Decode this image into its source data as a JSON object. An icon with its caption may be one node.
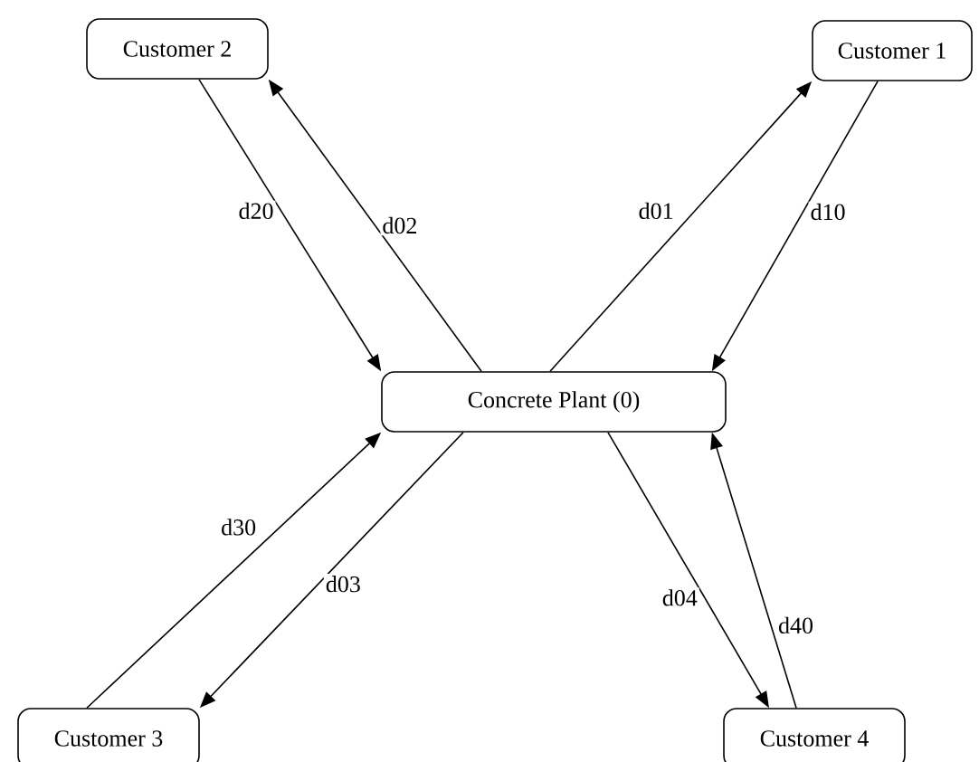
{
  "diagram": {
    "nodes": [
      {
        "text": [
          "Concrete Plant (0)"
        ]
      },
      {
        "text": [
          "Customer 1"
        ]
      },
      {
        "text": [
          "Customer 2"
        ]
      },
      {
        "text": [
          "Customer 3"
        ]
      },
      {
        "text": [
          "Customer 4"
        ]
      }
    ],
    "edges": [
      {
        "from": 0,
        "to": 1,
        "arrow": "to",
        "label": "d01"
      },
      {
        "from": 1,
        "to": 0,
        "arrow": "to",
        "label": "d10"
      },
      {
        "from": 0,
        "to": 2,
        "arrow": "to",
        "label": "d02"
      },
      {
        "from": 2,
        "to": 0,
        "arrow": "to",
        "label": "d20"
      },
      {
        "from": 3,
        "to": 0,
        "arrow": "to",
        "label": "d30"
      },
      {
        "from": 0,
        "to": 3,
        "arrow": "to",
        "label": "d03"
      },
      {
        "from": 0,
        "to": 4,
        "arrow": "to",
        "label": "d04"
      },
      {
        "from": 4,
        "to": 0,
        "arrow": "to",
        "label": "d40"
      }
    ]
  }
}
